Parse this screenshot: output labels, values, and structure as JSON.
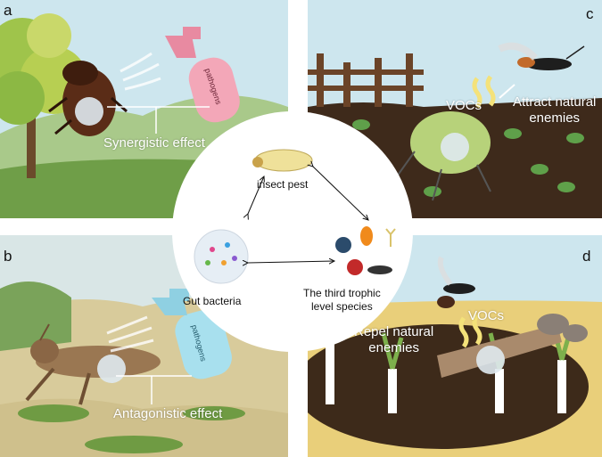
{
  "panels": {
    "a": {
      "label": "a",
      "effect": "Synergistic effect",
      "bottle_text": "pathogens"
    },
    "b": {
      "label": "b",
      "effect": "Antagonistic effect",
      "bottle_text": "pathogens"
    },
    "c": {
      "label": "c",
      "vocs": "VOCs",
      "result_line1": "Attract natural",
      "result_line2": "enemies"
    },
    "d": {
      "label": "d",
      "vocs": "VOCs",
      "result_line1": "Repel natural",
      "result_line2": "enemies"
    }
  },
  "center": {
    "pest": "insect pest",
    "bacteria": "Gut bacteria",
    "third_line1": "The third trophic",
    "third_line2": "level species"
  },
  "colors": {
    "sky": "#cfe6ee",
    "grass": "#7ea556",
    "soil": "#3d2a1a",
    "sand": "#e9cf7a",
    "bottle_pink": "#f3a7b8",
    "bottle_blue": "#a8e0ee"
  }
}
